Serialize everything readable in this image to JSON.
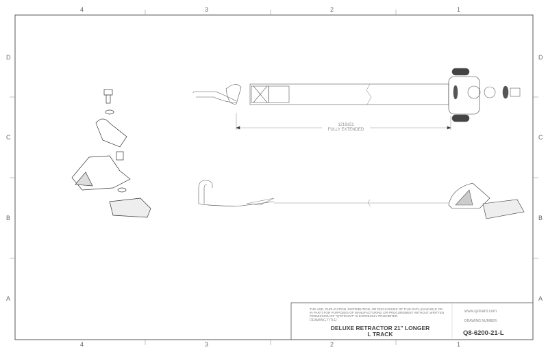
{
  "zones": {
    "columns": [
      "4",
      "3",
      "2",
      "1"
    ],
    "rows": [
      "D",
      "C",
      "B",
      "A"
    ]
  },
  "dimension": {
    "value": "1219±51",
    "note": "FULLY EXTENDED"
  },
  "title_block": {
    "legal": "THE USE, DUPLICATION, DISTRIBUTION, OR DISCLOSURE OF THIS DATA (IN WHOLE OR IN PART) FOR PURPOSES OF MANUFACTURING OR PROCUREMENT WITHOUT WRITTEN PERMISSION OF \"Q'STRAINT\" IS EXPRESSLY PROHIBITED.",
    "drawing_title_label": "DRAWING TITLE:",
    "drawing_title_line1": "DELUXE RETRACTOR 21\" LONGER",
    "drawing_title_line2": "L TRACK",
    "website": "www.qstraint.com",
    "drawing_number_label": "DRAWING NUMBER:",
    "drawing_number": "Q8-6200-21-L"
  }
}
